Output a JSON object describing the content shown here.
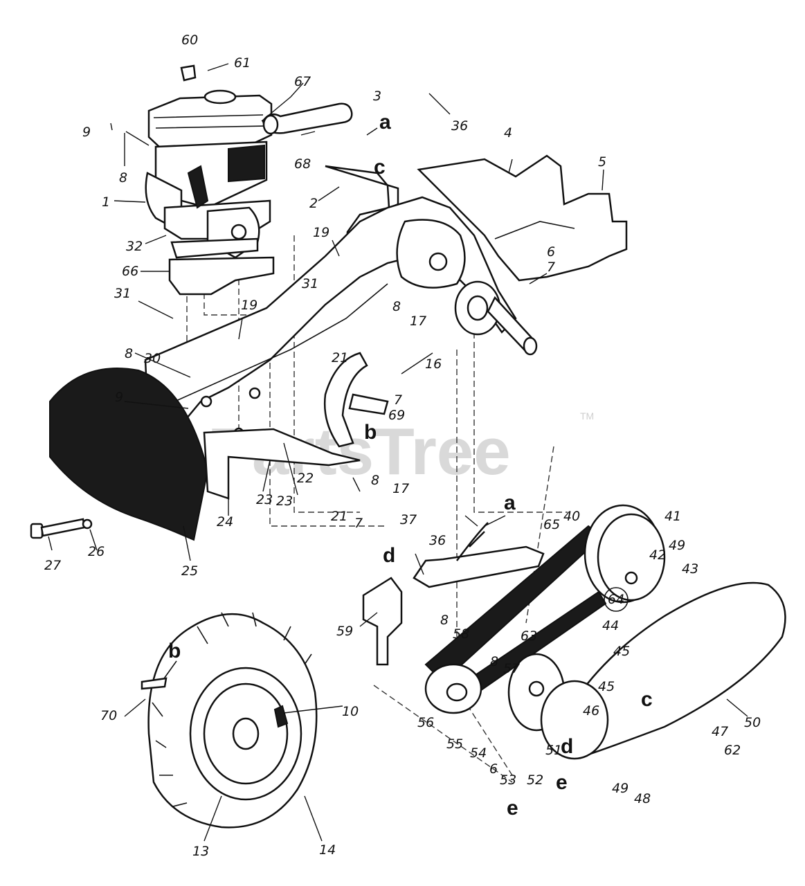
{
  "watermark": {
    "text": "PartsTree",
    "tm": "TM"
  },
  "callouts": [
    {
      "id": "60",
      "text": "60"
    },
    {
      "id": "61",
      "text": "61"
    },
    {
      "id": "67",
      "text": "67"
    },
    {
      "id": "3",
      "text": "3"
    },
    {
      "id": "a1",
      "text": "a"
    },
    {
      "id": "36a",
      "text": "36"
    },
    {
      "id": "9a",
      "text": "9"
    },
    {
      "id": "8a",
      "text": "8"
    },
    {
      "id": "68",
      "text": "68"
    },
    {
      "id": "4",
      "text": "4"
    },
    {
      "id": "5",
      "text": "5"
    },
    {
      "id": "c1",
      "text": "c"
    },
    {
      "id": "2",
      "text": "2"
    },
    {
      "id": "1",
      "text": "1"
    },
    {
      "id": "32",
      "text": "32"
    },
    {
      "id": "19a",
      "text": "19"
    },
    {
      "id": "66",
      "text": "66"
    },
    {
      "id": "6a",
      "text": "6"
    },
    {
      "id": "7a",
      "text": "7"
    },
    {
      "id": "31a",
      "text": "31"
    },
    {
      "id": "31b",
      "text": "31"
    },
    {
      "id": "19b",
      "text": "19"
    },
    {
      "id": "8b",
      "text": "8"
    },
    {
      "id": "17a",
      "text": "17"
    },
    {
      "id": "8c",
      "text": "8"
    },
    {
      "id": "30",
      "text": "30"
    },
    {
      "id": "21a",
      "text": "21"
    },
    {
      "id": "7b",
      "text": "7"
    },
    {
      "id": "16",
      "text": "16"
    },
    {
      "id": "9b",
      "text": "9"
    },
    {
      "id": "69",
      "text": "69"
    },
    {
      "id": "b1",
      "text": "b"
    },
    {
      "id": "23a",
      "text": "23"
    },
    {
      "id": "22",
      "text": "22"
    },
    {
      "id": "8d",
      "text": "8"
    },
    {
      "id": "17b",
      "text": "17"
    },
    {
      "id": "21b",
      "text": "21"
    },
    {
      "id": "7c",
      "text": "7"
    },
    {
      "id": "23b",
      "text": "23"
    },
    {
      "id": "24",
      "text": "24"
    },
    {
      "id": "27",
      "text": "27"
    },
    {
      "id": "26",
      "text": "26"
    },
    {
      "id": "25",
      "text": "25"
    },
    {
      "id": "a2",
      "text": "a"
    },
    {
      "id": "37",
      "text": "37"
    },
    {
      "id": "36b",
      "text": "36"
    },
    {
      "id": "65",
      "text": "65"
    },
    {
      "id": "40",
      "text": "40"
    },
    {
      "id": "41",
      "text": "41"
    },
    {
      "id": "42",
      "text": "42"
    },
    {
      "id": "49a",
      "text": "49"
    },
    {
      "id": "43",
      "text": "43"
    },
    {
      "id": "d1",
      "text": "d"
    },
    {
      "id": "64",
      "text": "64"
    },
    {
      "id": "8e",
      "text": "8"
    },
    {
      "id": "59",
      "text": "59"
    },
    {
      "id": "58",
      "text": "58"
    },
    {
      "id": "63",
      "text": "63"
    },
    {
      "id": "44",
      "text": "44"
    },
    {
      "id": "45a",
      "text": "45"
    },
    {
      "id": "8f",
      "text": "8"
    },
    {
      "id": "57",
      "text": "57"
    },
    {
      "id": "45b",
      "text": "45"
    },
    {
      "id": "c2",
      "text": "c"
    },
    {
      "id": "b2",
      "text": "b"
    },
    {
      "id": "46",
      "text": "46"
    },
    {
      "id": "56",
      "text": "56"
    },
    {
      "id": "55",
      "text": "55"
    },
    {
      "id": "54",
      "text": "54"
    },
    {
      "id": "6b",
      "text": "6"
    },
    {
      "id": "53",
      "text": "53"
    },
    {
      "id": "52",
      "text": "52"
    },
    {
      "id": "51",
      "text": "51"
    },
    {
      "id": "d2",
      "text": "d"
    },
    {
      "id": "50",
      "text": "50"
    },
    {
      "id": "47",
      "text": "47"
    },
    {
      "id": "62",
      "text": "62"
    },
    {
      "id": "70",
      "text": "70"
    },
    {
      "id": "10",
      "text": "10"
    },
    {
      "id": "e1",
      "text": "e"
    },
    {
      "id": "e2",
      "text": "e"
    },
    {
      "id": "49b",
      "text": "49"
    },
    {
      "id": "48",
      "text": "48"
    },
    {
      "id": "13",
      "text": "13"
    },
    {
      "id": "14",
      "text": "14"
    }
  ]
}
